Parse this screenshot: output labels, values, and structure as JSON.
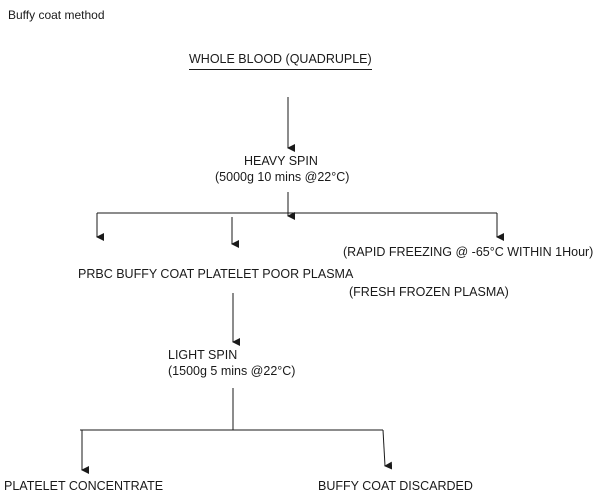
{
  "title": "Buffy coat method",
  "nodes": {
    "whole_blood": "WHOLE BLOOD (QUADRUPLE)",
    "heavy_spin": "HEAVY SPIN",
    "heavy_spin_params": "(5000g 10 mins @22°C)",
    "rapid_freezing": "(RAPID FREEZING @ -65°C WITHIN 1Hour)",
    "products": "PRBC  BUFFY COAT PLATELET POOR PLASMA",
    "ffp": "(FRESH FROZEN PLASMA)",
    "light_spin": "LIGHT SPIN",
    "light_spin_params": "(1500g 5 mins @22°C)",
    "platelet_concentrate": "PLATELET CONCENTRATE",
    "buffy_coat_discarded": "BUFFY COAT DISCARDED"
  },
  "colors": {
    "ink": "#1a1a1a",
    "background": "#ffffff"
  }
}
